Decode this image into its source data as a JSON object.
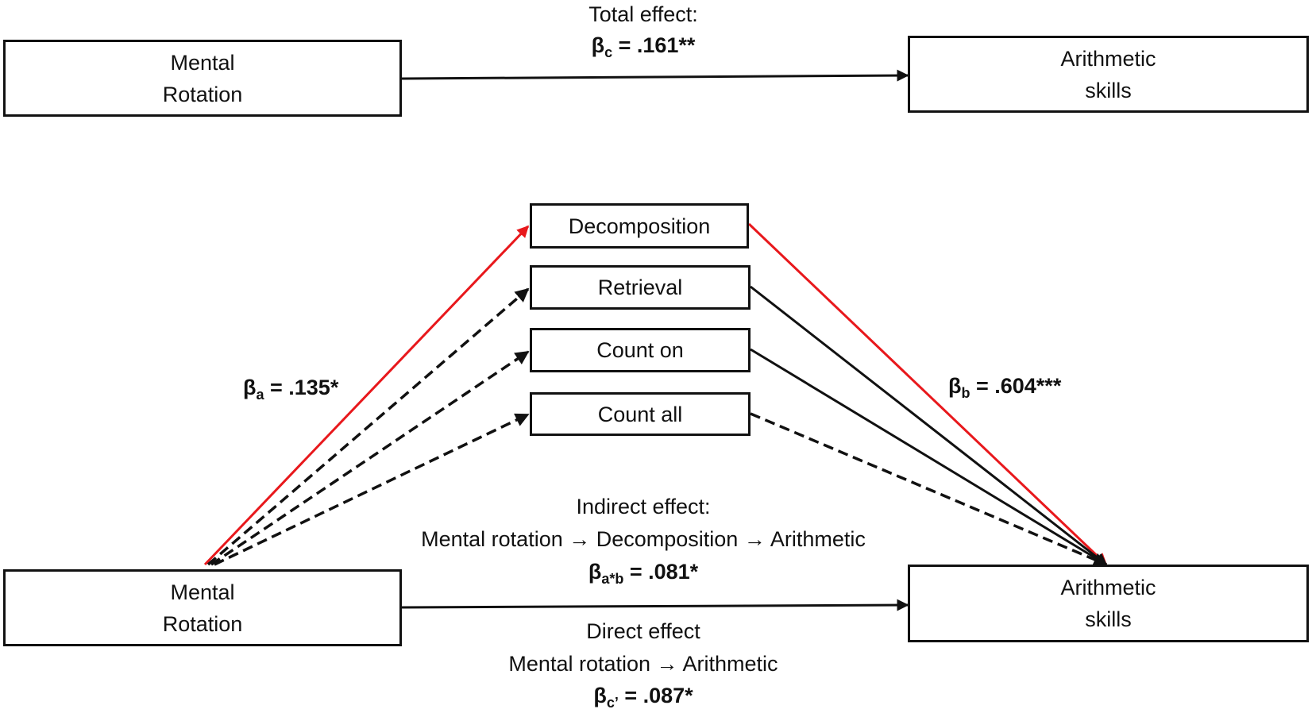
{
  "top_model": {
    "predictor": {
      "line1": "Mental",
      "line2": "Rotation"
    },
    "outcome": {
      "line1": "Arithmetic",
      "line2": "skills"
    },
    "total_effect": {
      "caption": "Total effect:",
      "symbol": "β",
      "subscript": "c",
      "value": " = .161**"
    }
  },
  "mediation_model": {
    "predictor": {
      "line1": "Mental",
      "line2": "Rotation"
    },
    "outcome": {
      "line1": "Arithmetic",
      "line2": "skills"
    },
    "mediators": [
      {
        "label": "Decomposition",
        "significant": true
      },
      {
        "label": "Retrieval",
        "a_path": "dashed",
        "b_path": "solid"
      },
      {
        "label": "Count on",
        "a_path": "dashed",
        "b_path": "solid"
      },
      {
        "label": "Count all",
        "a_path": "dashed",
        "b_path": "dashed"
      }
    ],
    "a_path": {
      "symbol": "β",
      "subscript": "a",
      "value": " = .135*"
    },
    "b_path": {
      "symbol": "β",
      "subscript": "b",
      "value": " = .604***"
    },
    "indirect_effect": {
      "caption": "Indirect effect:",
      "path": "Mental rotation → Decomposition → Arithmetic",
      "symbol": "β",
      "subscript": "a*b",
      "value": " = .081*"
    },
    "direct_effect": {
      "caption": "Direct effect",
      "path": "Mental rotation → Arithmetic",
      "symbol": "β",
      "subscript": "c’",
      "value": " = .087*"
    }
  },
  "colors": {
    "significant_path": "#e8181c",
    "path": "#111111"
  }
}
